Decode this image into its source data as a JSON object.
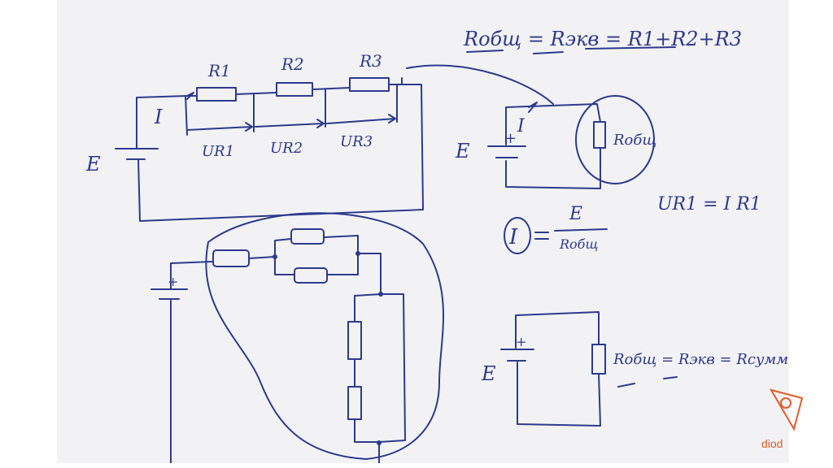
{
  "labels": {
    "r1": "R1",
    "r2": "R2",
    "r3": "R3",
    "e_main": "E",
    "i_main": "I",
    "ur1": "UR1",
    "ur2": "UR2",
    "ur3": "UR3",
    "equation_top": "Rобщ = Rэкв = R1+R2+R3",
    "e_right": "E",
    "i_right": "I",
    "rtotal_right": "Rобщ",
    "plus_right": "+",
    "current_formula_num": "E",
    "current_formula_lhs": "I",
    "current_formula_den": "Rобщ",
    "voltage_formula": "UR1 = I R1",
    "e_bottom": "E",
    "plus_bottom": "+",
    "equation_bottom": "Rобщ = Rэкв = Rсумм",
    "plus_mixed": "+"
  },
  "logo": {
    "text": "diod",
    "color": "#e25b2a"
  },
  "ink_color": "#2d3a8c"
}
